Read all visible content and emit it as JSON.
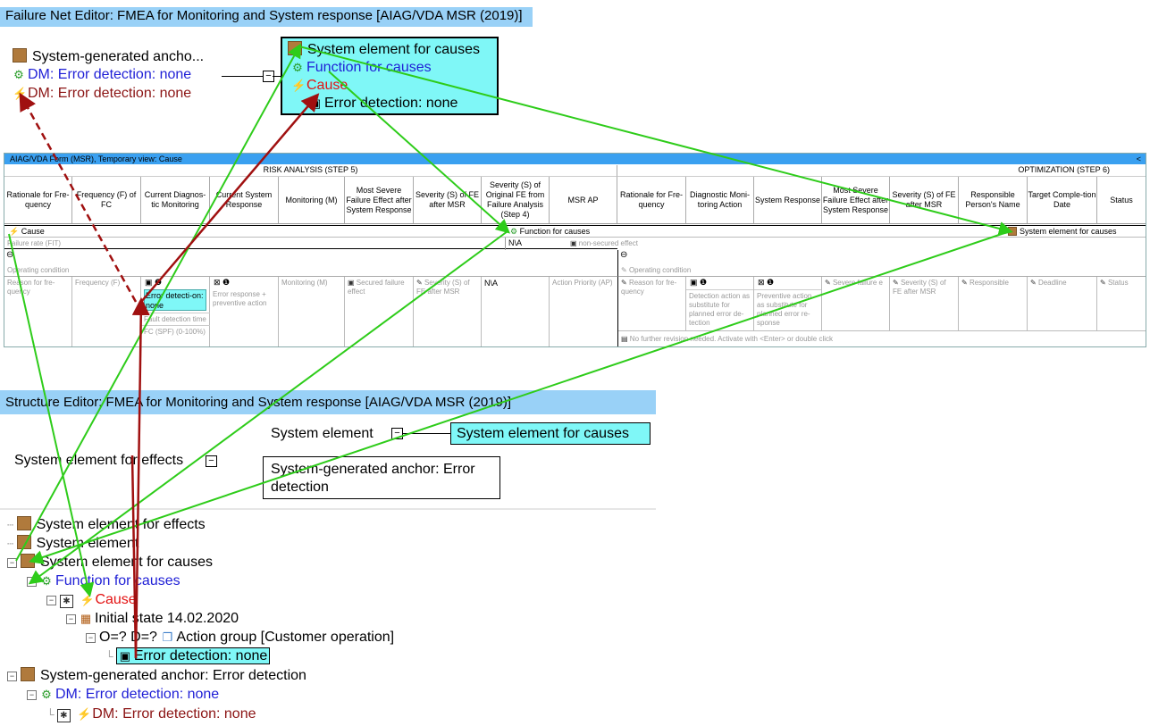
{
  "failure_net": {
    "title": "Failure Net Editor: FMEA for Monitoring and System response [AIAG/VDA MSR (2019)]",
    "left_items": [
      {
        "label": "System-generated ancho...",
        "icon": "system-element-icon"
      },
      {
        "label": "DM: Error detection: none",
        "icon": "function-icon"
      },
      {
        "label": "DM: Error detection: none",
        "icon": "dm-failure-icon"
      }
    ],
    "focus_node": {
      "element": "System element for causes",
      "function": "Function for causes",
      "cause": "Cause",
      "detection": "Error detection: none"
    }
  },
  "form": {
    "title": "AIAG/VDA Form (MSR), Temporary view: Cause",
    "collapse_glyph": "<",
    "risk_header": "RISK ANALYSIS (STEP 5)",
    "opt_header": "OPTIMIZATION  (STEP 6)",
    "risk_cols": [
      "Rationale for Fre-quency",
      "Frequency (F) of FC",
      "Current Diagnos-tic Monitoring",
      "Current System Response",
      "Monitoring (M)",
      "Most Severe Failure Effect after System Response",
      "Severity (S) of FE after MSR",
      "Severity (S) of Original FE from Failure Analysis (Step 4)",
      "MSR AP"
    ],
    "opt_cols": [
      "Rationale for Fre-quency",
      "Diagnostic Moni-toring Action",
      "System Response",
      "Most Severe Failure Effect after System Response",
      "Severity (S) of FE after MSR",
      "Responsible Person's Name",
      "Target Comple-tion Date",
      "Status"
    ],
    "row_cause": "Cause",
    "row_function": "Function for causes",
    "row_element": "System element for causes",
    "fit": "Failure rate (FIT)",
    "na1": "N\\A",
    "non_secured": "non-secured effect",
    "operating_condition": "Operating condition",
    "risk_cells": {
      "reason": "Reason for fre-quency",
      "frequency": "Frequency (F)",
      "detection_value": "Error detecti-on: none",
      "fault_time": "Fault detection time",
      "fc_spf": "FC (SPF) (0-100%)",
      "response": "Error response + preventive action",
      "monitoring": "Monitoring (M)",
      "secured": "Secured failure effect",
      "severity": "Severity (S) of FE after MSR",
      "na2": "N\\A",
      "ap": "Action Priority (AP)"
    },
    "opt_cells": {
      "reason": "Reason for fre-quency",
      "detection_action": "Detection action as substitute for planned error de-tection",
      "preventive_action": "Preventive action as substitute for planned error re-sponse",
      "severe": "Severe failure e",
      "severity": "Severity (S) of FE after MSR",
      "responsible": "Responsible",
      "deadline": "Deadline",
      "status": "Status",
      "revision": "No further revision needed. Activate with <Enter> or double click"
    }
  },
  "structure": {
    "title": "Structure Editor: FMEA for Monitoring and System response [AIAG/VDA MSR (2019)]",
    "root": "System element for effects",
    "child1": "System element",
    "child1_link": "System element for causes",
    "child2": "System-generated anchor: Error detection"
  },
  "tree": {
    "items": [
      "System element for effects",
      "System element",
      "System element for causes",
      "Function for causes",
      "Cause",
      "Initial state 14.02.2020",
      "O=? D=?",
      "Action group [Customer operation]",
      "Error detection: none",
      "System-generated anchor: Error detection",
      "DM: Error detection: none",
      "DM: Error detection: none"
    ]
  },
  "colors": {
    "title_bar": "#99d1f7",
    "form_title": "#3aa0f0",
    "node_fill": "#7ff7f7",
    "element_brown": "#b07a3c",
    "function_blue": "#1f1fd6",
    "cause_red": "#e31212",
    "dm_red": "#8b1414",
    "arrow_green": "#2ecc1a",
    "arrow_red": "#a01010"
  }
}
